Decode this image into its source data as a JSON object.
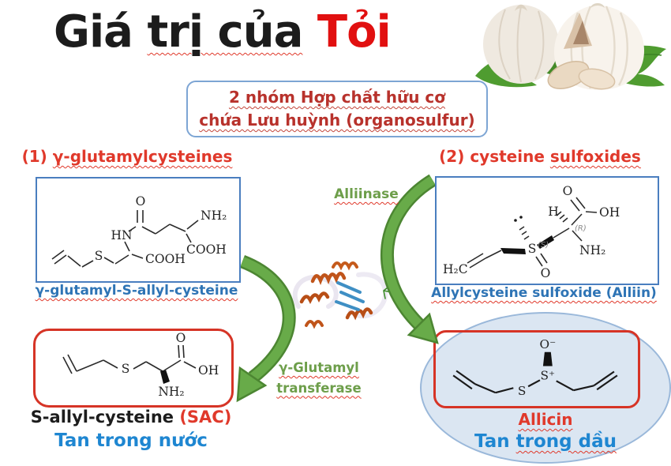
{
  "title": {
    "part1": "Giá ",
    "part2": "trị của",
    "part3": " Tỏi"
  },
  "header_box": {
    "line1": "2 nhóm Hợp chất hữu cơ",
    "line2": "chứa Lưu huỳnh (organosulfur)"
  },
  "group1": {
    "prefix": "(1) ",
    "name": "γ-glutamylcysteines",
    "compound": "γ-glutamyl-S-allyl-cysteine"
  },
  "group2": {
    "prefix": "(2) ",
    "name_plain": "cysteine ",
    "name_underlined": "sulfoxides",
    "compound": "Allylcysteine sulfoxide (Alliin)"
  },
  "enzymes": {
    "alliinase": "Alliinase",
    "transferase_line1": "γ-Glutamyl",
    "transferase_line2": "transferase"
  },
  "product1": {
    "name": "S-allyl-cysteine",
    "abbr": " (SAC)",
    "solubility": "Tan trong nước"
  },
  "product2": {
    "name": "Allicin",
    "solubility_plain": "Tan ",
    "solubility_underlined": "trong dầu"
  },
  "molecules": {
    "gsac": {
      "O": "O",
      "HN": "HN",
      "S": "S",
      "COOH_cys": "COOH",
      "NH2": "NH₂",
      "COOH_glu": "COOH"
    },
    "alliin": {
      "H2C": "H₂C",
      "S": "S",
      "S_config": "(S)",
      "O_sulfinyl": "O",
      "H": "H",
      "R_config": "(R)",
      "NH2": "NH₂",
      "O_carboxyl": "O",
      "OH": "OH"
    },
    "sac": {
      "O": "O",
      "OH": "OH",
      "S": "S",
      "NH2": "NH₂"
    },
    "allicin": {
      "O_minus": "O⁻",
      "S_plus": "S⁺",
      "S": "S"
    }
  },
  "colors": {
    "title_red": "#e11010",
    "label_red": "#e0392b",
    "header_text_red": "#b8322c",
    "blue_compound_label": "#2e74b5",
    "solubility_blue": "#1e86d1",
    "green_arrow": "#68ab49",
    "green_enzyme_text": "#6d9e4a",
    "struct_box_border_blue": "#4a7ebf",
    "product_box_border_red": "#d63426",
    "header_box_fill": "#bcd3ee",
    "ellipse_fill": "#dbe6f2"
  }
}
